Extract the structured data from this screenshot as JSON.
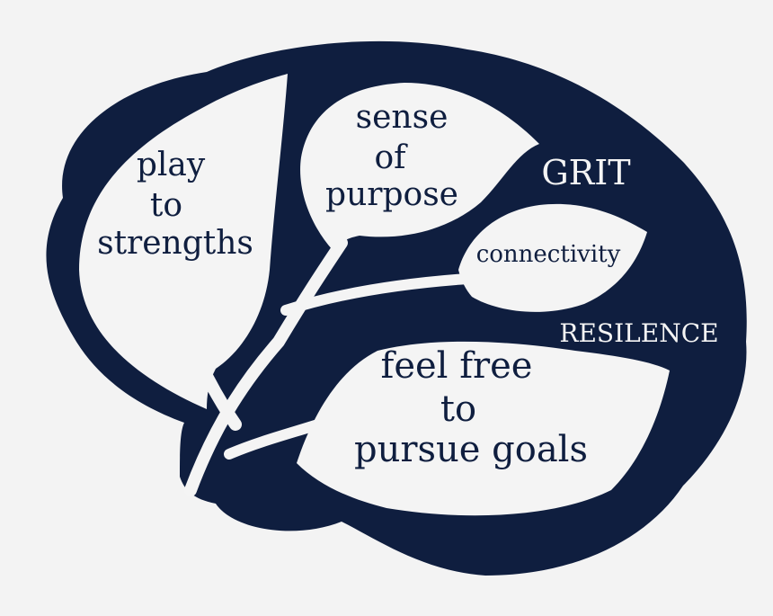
{
  "colors": {
    "brain": "#0f1e3f",
    "leaf": "#f4f4f4",
    "background": "#f3f3f3"
  },
  "leaves": {
    "play_to_strengths": [
      "play",
      "to",
      "strengths"
    ],
    "sense_of_purpose": [
      "sense",
      "of",
      "purpose"
    ],
    "connectivity": "connectivity",
    "feel_free": [
      "feel free",
      "to",
      "pursue goals"
    ]
  },
  "labels": {
    "grit": "GRIT",
    "resilence": "RESILENCE"
  }
}
